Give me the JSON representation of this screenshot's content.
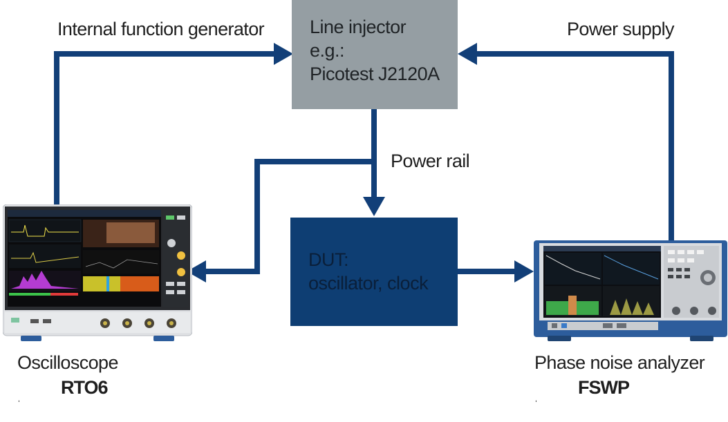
{
  "injector": {
    "line1": "Line injector",
    "line2": "e.g.:",
    "line3": "Picotest J2120A"
  },
  "dut": {
    "line1": "DUT:",
    "line2": "oscillator, clock"
  },
  "labels": {
    "internal_fg": "Internal function generator",
    "power_supply": "Power supply",
    "power_rail": "Power rail",
    "oscilloscope": "Oscilloscope",
    "rto6": "RTO6",
    "phase_noise": "Phase noise analyzer",
    "fswp": "FSWP",
    "mark_left": "ˌ",
    "mark_right": "ˌ"
  },
  "colors": {
    "arrow": "#123f78",
    "injector_box": "#959ea3",
    "dut_box": "#0e3e73",
    "instrument_blue": "#2d5d9c"
  }
}
